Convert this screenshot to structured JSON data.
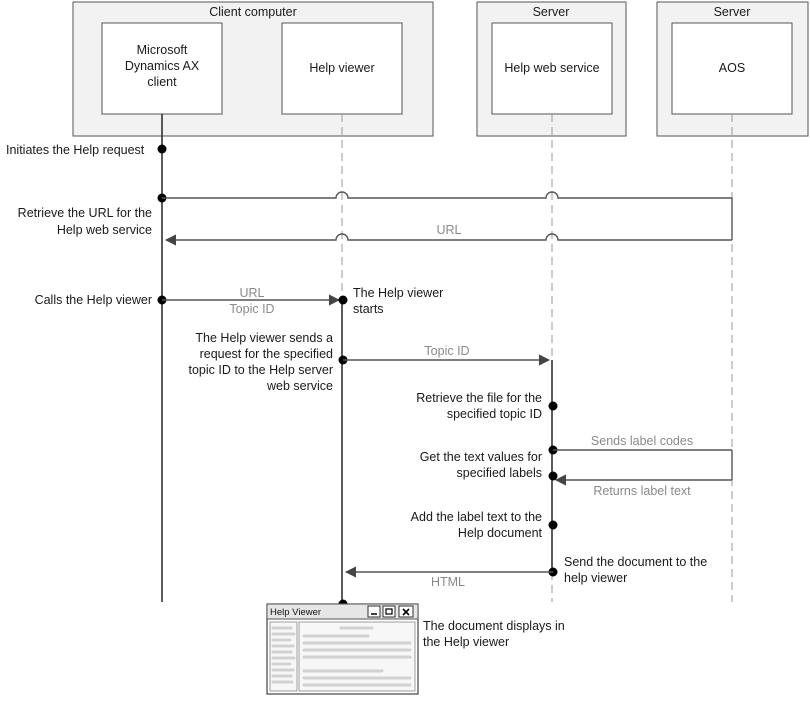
{
  "groups": {
    "client_computer": "Client computer",
    "server_help": "Server",
    "server_aos": "Server"
  },
  "participants": {
    "ax_client": [
      "Microsoft",
      "Dynamics AX",
      "client"
    ],
    "help_viewer": "Help viewer",
    "help_web_service": "Help web service",
    "aos": "AOS"
  },
  "steps": {
    "initiates": "Initiates the Help request",
    "retrieve_url": [
      "Retrieve the URL for the",
      "Help web service"
    ],
    "url_return": "URL",
    "calls_viewer": "Calls the Help viewer",
    "call_msg": [
      "URL",
      "Topic ID"
    ],
    "viewer_starts": [
      "The Help viewer",
      "starts"
    ],
    "viewer_sends": [
      "The Help viewer sends a",
      "request for the specified",
      "topic ID to the Help server",
      "web service"
    ],
    "topic_msg": "Topic ID",
    "retrieve_file": [
      "Retrieve the file for the",
      "specified topic ID"
    ],
    "get_text": [
      "Get the text values for",
      "specified labels"
    ],
    "sends_codes": "Sends label codes",
    "returns_text": "Returns label text",
    "add_label": [
      "Add the label text to the",
      "Help document"
    ],
    "send_doc": [
      "Send the document to the",
      "help viewer"
    ],
    "html_msg": "HTML",
    "doc_displays": [
      "The document displays in",
      "the Help viewer"
    ]
  },
  "help_window": {
    "title": "Help Viewer",
    "controls": [
      "minimize-icon",
      "maximize-icon",
      "close-icon"
    ]
  }
}
